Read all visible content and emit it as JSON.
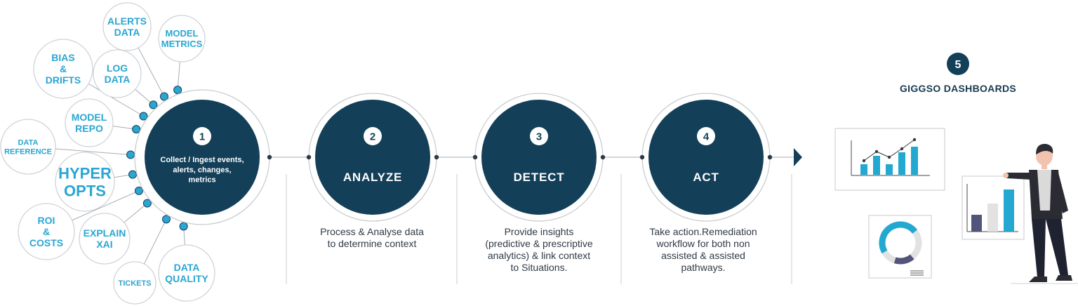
{
  "sources": [
    {
      "id": "alerts-data",
      "lines": [
        "ALERTS",
        "DATA"
      ]
    },
    {
      "id": "model-metrics",
      "lines": [
        "MODEL",
        "METRICS"
      ]
    },
    {
      "id": "bias-drifts",
      "lines": [
        "BIAS",
        "&",
        "DRIFTS"
      ]
    },
    {
      "id": "log-data",
      "lines": [
        "LOG",
        "DATA"
      ]
    },
    {
      "id": "model-repo",
      "lines": [
        "MODEL",
        "REPO"
      ]
    },
    {
      "id": "data-reference",
      "lines": [
        "DATA",
        "REFERENCE"
      ]
    },
    {
      "id": "hyper-opts",
      "lines": [
        "HYPER",
        "OPTS"
      ]
    },
    {
      "id": "roi-costs",
      "lines": [
        "ROI",
        "&",
        "COSTS"
      ]
    },
    {
      "id": "explain-xai",
      "lines": [
        "EXPLAIN",
        "XAI"
      ]
    },
    {
      "id": "tickets",
      "lines": [
        "TICKETS"
      ]
    },
    {
      "id": "data-quality",
      "lines": [
        "DATA",
        "QUALITY"
      ]
    }
  ],
  "steps": [
    {
      "number": "1",
      "title_lines": [
        "Collect / Ingest events,",
        "alerts, changes,",
        "metrics"
      ],
      "caption_lines": []
    },
    {
      "number": "2",
      "title_lines": [
        "ANALYZE"
      ],
      "caption_lines": [
        "Process & Analyse data",
        "to determine context"
      ]
    },
    {
      "number": "3",
      "title_lines": [
        "DETECT"
      ],
      "caption_lines": [
        "Provide insights",
        "(predictive & prescriptive",
        "analytics) & link context",
        "to Situations."
      ]
    },
    {
      "number": "4",
      "title_lines": [
        "ACT"
      ],
      "caption_lines": [
        "Take action.Remediation",
        "workflow for both non",
        "assisted & assisted",
        "pathways."
      ]
    }
  ],
  "dashboard": {
    "number": "5",
    "title": "GIGGSO DASHBOARDS"
  },
  "colors": {
    "navy": "#133f58",
    "cyan": "#2aa6d2",
    "teal_bar": "#22a8d1",
    "purple": "#52547a",
    "gray": "#dadada",
    "text": "#2f3a45"
  }
}
